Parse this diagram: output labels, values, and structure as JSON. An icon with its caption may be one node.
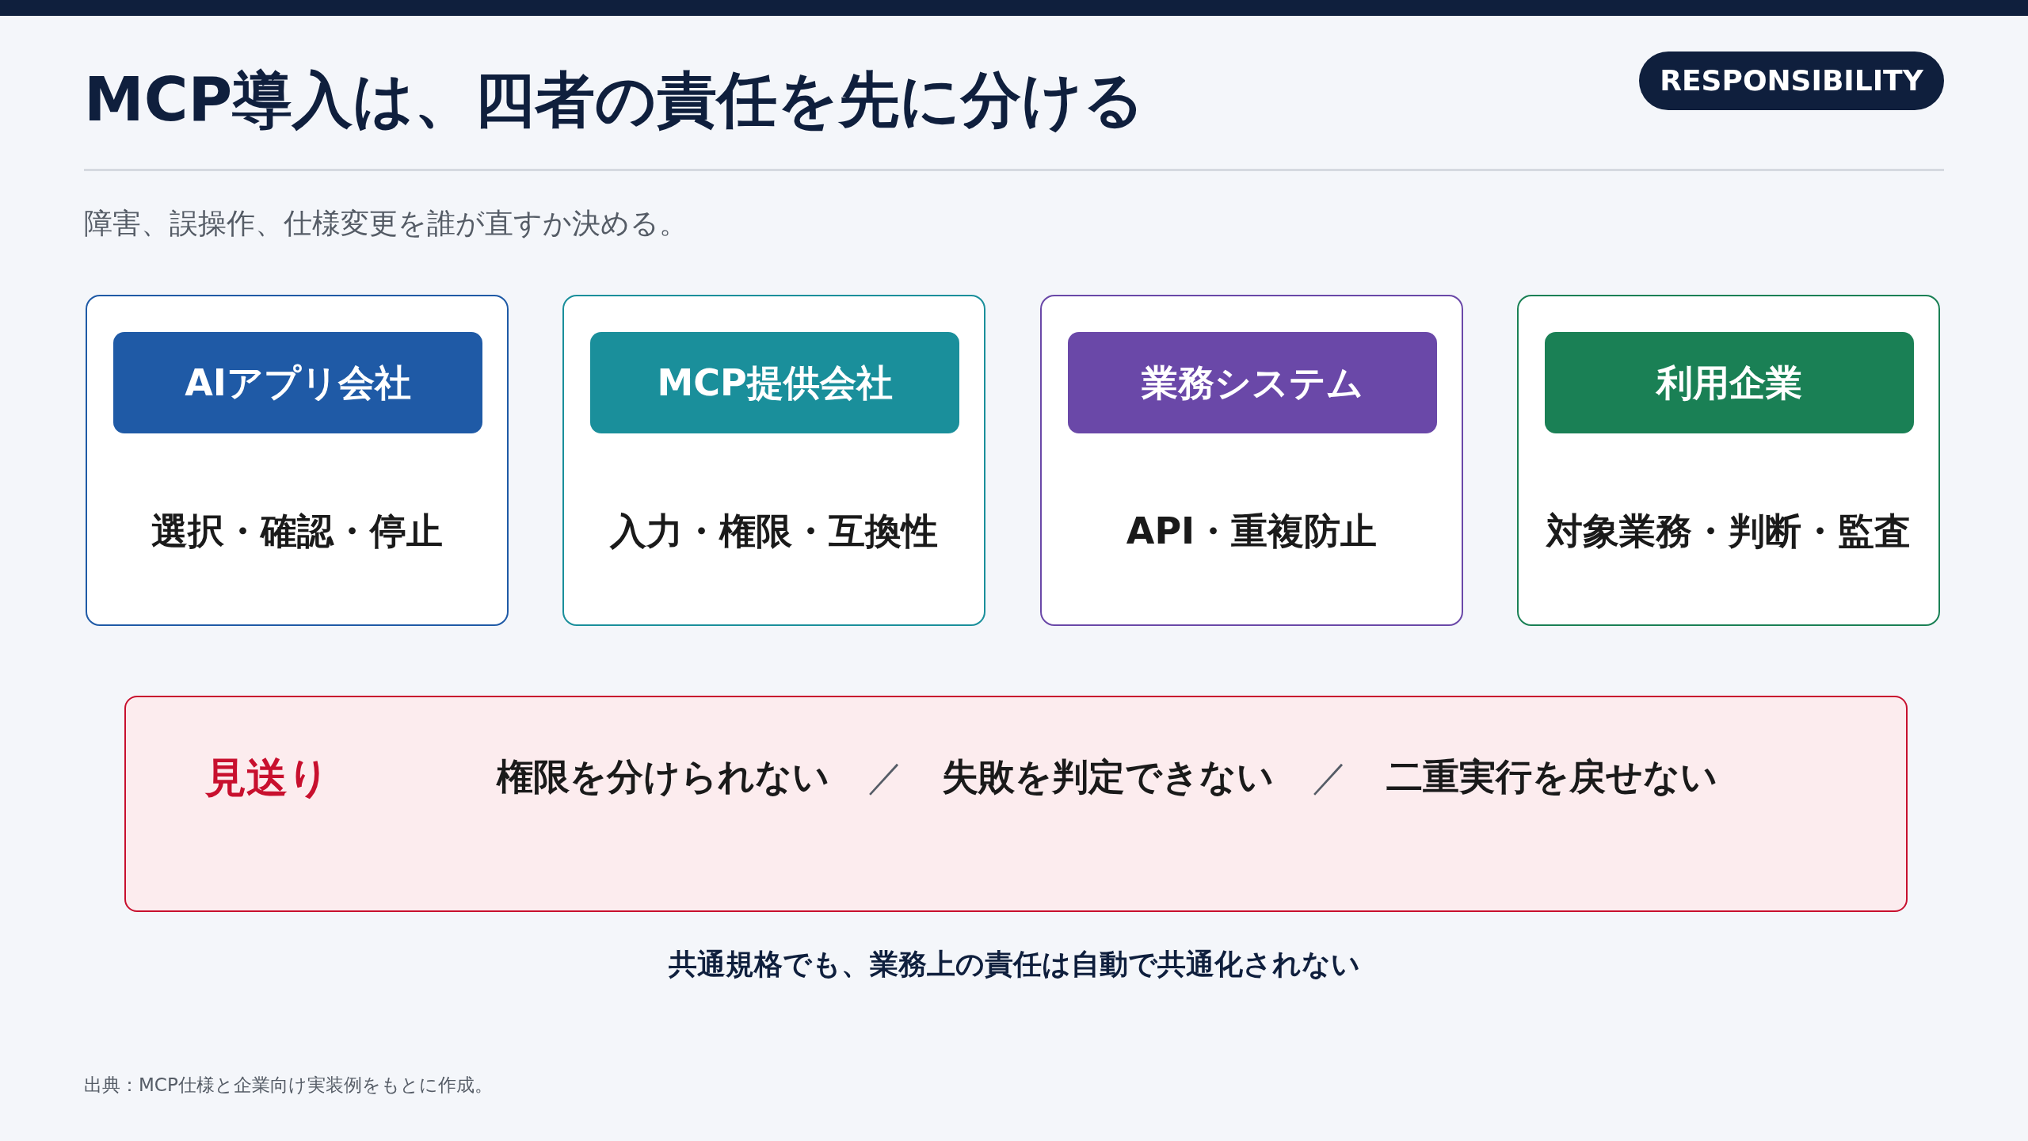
{
  "diagram": {
    "title": "MCP導入は、四者の責任を先に分ける",
    "nodes": [
      {
        "text": [],
        "shape": "bar"
      },
      {
        "text": [
          "RESPONSIBILITY"
        ]
      },
      {
        "text": [
          "選択・確認・停止"
        ]
      },
      {
        "text": [
          "AIアプリ会社"
        ],
        "in": 2
      },
      {
        "text": [
          "入力・権限・互換性"
        ]
      },
      {
        "text": [
          "MCP提供会社"
        ],
        "in": 4
      },
      {
        "text": [
          "API・重複防止"
        ]
      },
      {
        "text": [
          "業務システム"
        ],
        "in": 6
      },
      {
        "text": [
          "対象業務・判断・監査"
        ]
      },
      {
        "text": [
          "利用企業"
        ],
        "in": 8
      },
      {
        "text": [
          "見送り",
          "権限を分けられない",
          "／",
          "失敗を判定できない",
          "／",
          "二重実行を戻せない"
        ]
      }
    ],
    "labels": [
      "障害、誤操作、仕様変更を誰が直すか決める。",
      "共通規格でも、業務上の責任は自動で共通化されない",
      "出典：MCP仕様と企業向け実装例をもとに作成。"
    ]
  }
}
